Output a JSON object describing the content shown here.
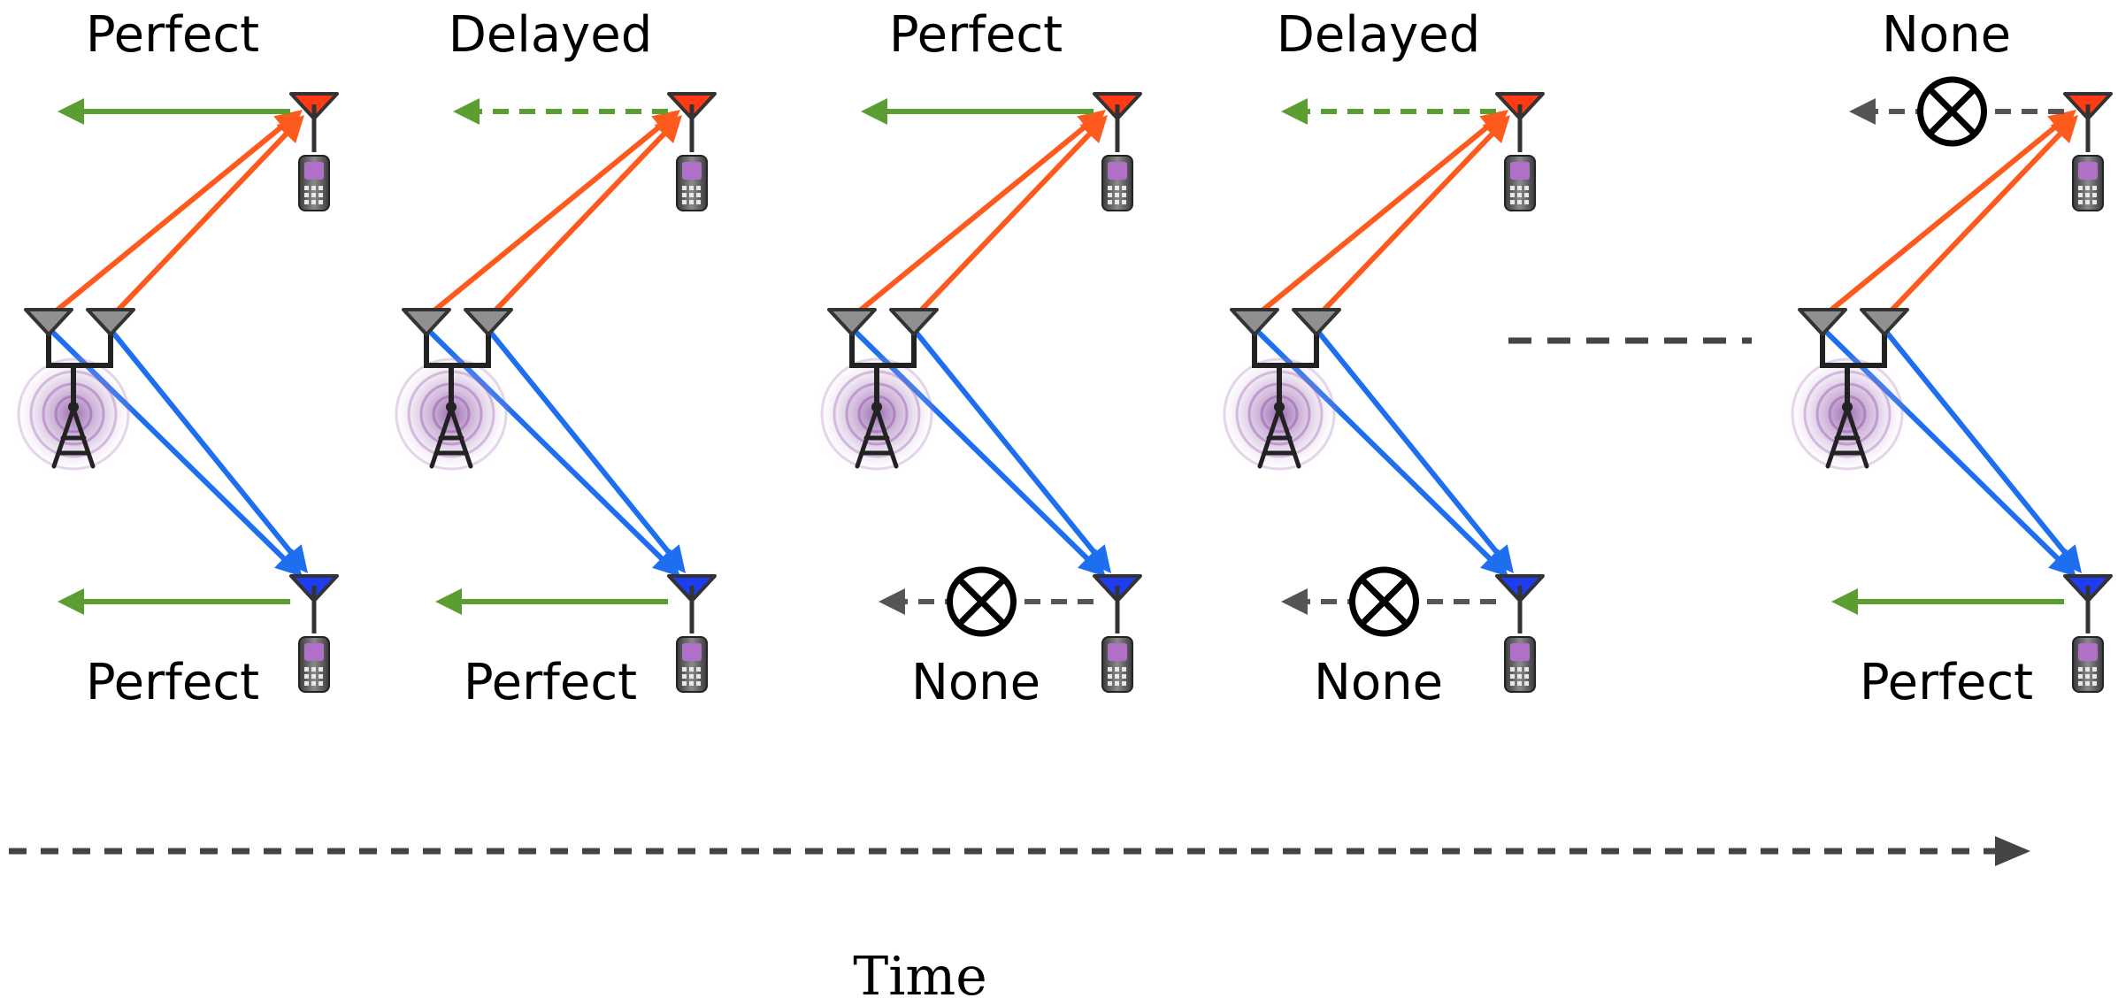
{
  "colors": {
    "user1_link": "#ff5a1e",
    "user2_link": "#1e6ef0",
    "feedback": "#5a9e32",
    "none_feedback": "#555555",
    "rx_antenna_top": "#ff3a14",
    "rx_antenna_bottom": "#1e3cf0",
    "tx_antenna": "#909090",
    "phone_screen": "#b070c8",
    "signal_glow": "#9a5fb0"
  },
  "icons": [
    "base-station-icon",
    "antenna-icon",
    "cell-phone-icon",
    "no-feedback-icon"
  ],
  "slots": [
    {
      "top_feedback": "Perfect",
      "bottom_feedback": "Perfect"
    },
    {
      "top_feedback": "Delayed",
      "bottom_feedback": "Perfect"
    },
    {
      "top_feedback": "Perfect",
      "bottom_feedback": "None"
    },
    {
      "top_feedback": "Delayed",
      "bottom_feedback": "None"
    },
    {
      "top_feedback": "None",
      "bottom_feedback": "Perfect"
    }
  ],
  "time_axis": {
    "label": "Time"
  }
}
